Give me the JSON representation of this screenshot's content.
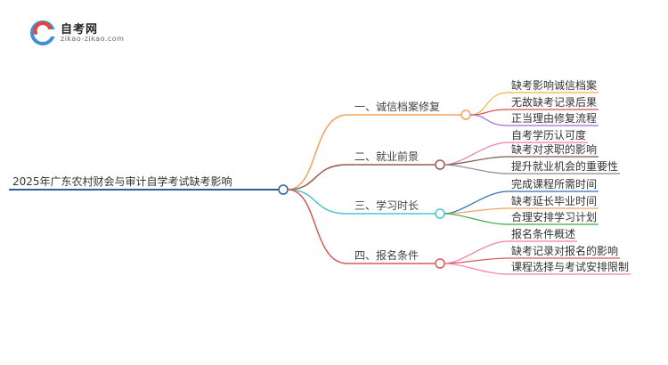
{
  "logo": {
    "title": "自考网",
    "subtitle": "zikao-zikao.com"
  },
  "mindmap": {
    "root": "2025年广东农村财会与审计自学考试缺考影响",
    "branches": [
      {
        "label": "一、诚信档案修复",
        "color": "#f5a35a",
        "children": [
          "缺考影响诚信档案",
          "无故缺考记录后果",
          "正当理由修复流程"
        ]
      },
      {
        "label": "二、就业前景",
        "color": "#9a5a4a",
        "children": [
          "自考学历认可度",
          "缺考对求职的影响",
          "提升就业机会的重要性"
        ]
      },
      {
        "label": "三、学习时长",
        "color": "#49c5d3",
        "children": [
          "完成课程所需时间",
          "缺考延长毕业时间",
          "合理安排学习计划"
        ]
      },
      {
        "label": "四、报名条件",
        "color": "#d85a5a",
        "children": [
          "报名条件概述",
          "缺考记录对报名的影响",
          "课程选择与考试安排限制"
        ]
      }
    ],
    "child_colors": [
      [
        "#f0b63a",
        "#d94a4a",
        "#a86ad6"
      ],
      [
        "#f27fa6",
        "#7a5a4a",
        "#8a8a8a"
      ],
      [
        "#2f6fb5",
        "#f5a35a",
        "#3aa84a"
      ],
      [
        "#f27fa6",
        "#d85a5a",
        "#f27fa6"
      ]
    ],
    "root_color": "#2f5f9a"
  }
}
